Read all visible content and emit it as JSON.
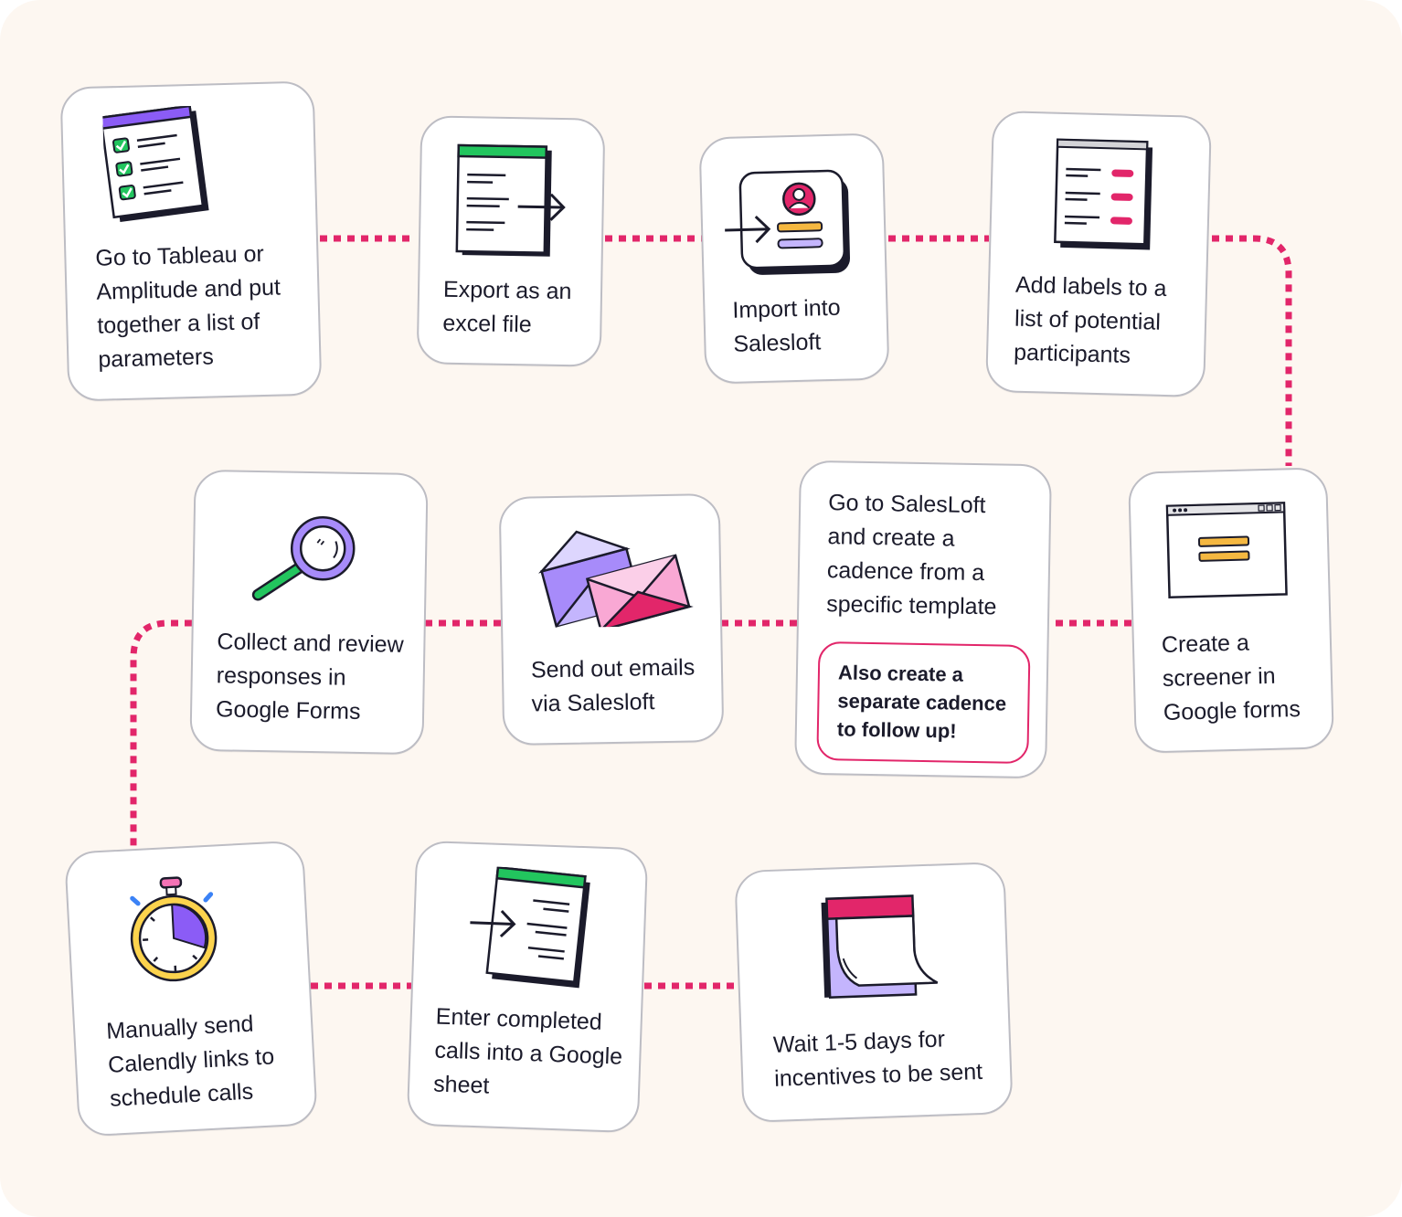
{
  "steps": [
    {
      "id": 1,
      "label": "Go to Tableau or Amplitude and put together a list of parameters",
      "icon": "checklist-icon"
    },
    {
      "id": 2,
      "label": "Export as an excel file",
      "icon": "export-sheet-icon"
    },
    {
      "id": 3,
      "label": "Import into Salesloft",
      "icon": "import-login-icon"
    },
    {
      "id": 4,
      "label": "Add labels to a list of potential participants",
      "icon": "labeled-list-icon"
    },
    {
      "id": 5,
      "label": "Create a screener in Google forms",
      "icon": "browser-form-icon"
    },
    {
      "id": 6,
      "label": "Go to SalesLoft and create a cadence from a specific template",
      "icon": "",
      "note": "Also create a separate cadence to follow up!"
    },
    {
      "id": 7,
      "label": "Send out emails via Salesloft",
      "icon": "envelopes-icon"
    },
    {
      "id": 8,
      "label": "Collect and review responses in Google Forms",
      "icon": "magnifier-icon"
    },
    {
      "id": 9,
      "label": "Manually send Calendly links to schedule calls",
      "icon": "stopwatch-icon"
    },
    {
      "id": 10,
      "label": "Enter completed calls into a Google sheet",
      "icon": "import-sheet-icon"
    },
    {
      "id": 11,
      "label": "Wait 1-5 days for incentives to be sent",
      "icon": "calendar-page-icon"
    }
  ],
  "colors": {
    "background": "#fdf7f1",
    "connector": "#e2266a",
    "card_border": "#bdbdc4",
    "green": "#22c55e",
    "purple": "#8b5cf6",
    "lavender": "#c4b5fd",
    "pink": "#f472b6",
    "magenta": "#e2266a",
    "amber": "#f5b841"
  }
}
